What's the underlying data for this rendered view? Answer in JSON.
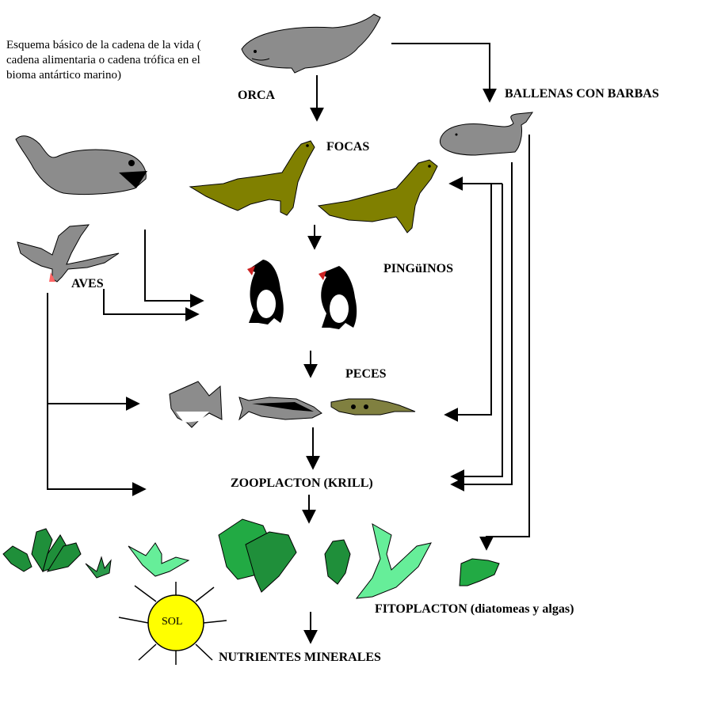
{
  "caption": "Esquema básico de la cadena de la vida ( cadena alimentaria o cadena trófica en el bioma antártico marino)",
  "labels": {
    "orca": "ORCA",
    "ballenas": "BALLENAS CON BARBAS",
    "focas": "FOCAS",
    "aves": "AVES",
    "pinguinos": "PINGüINOS",
    "peces": "PECES",
    "zooplacton": "ZOOPLACTON (KRILL)",
    "fitoplacton": "FITOPLACTON (diatomeas y algas)",
    "sol": "SOL",
    "nutrientes": "NUTRIENTES MINERALES"
  },
  "colors": {
    "mammal_gray": "#8c8c8c",
    "seal_olive": "#808000",
    "penguin_black": "#000000",
    "plant_green": "#22aa44",
    "plant_light": "#66ee99",
    "sun_yellow": "#ffff00"
  }
}
